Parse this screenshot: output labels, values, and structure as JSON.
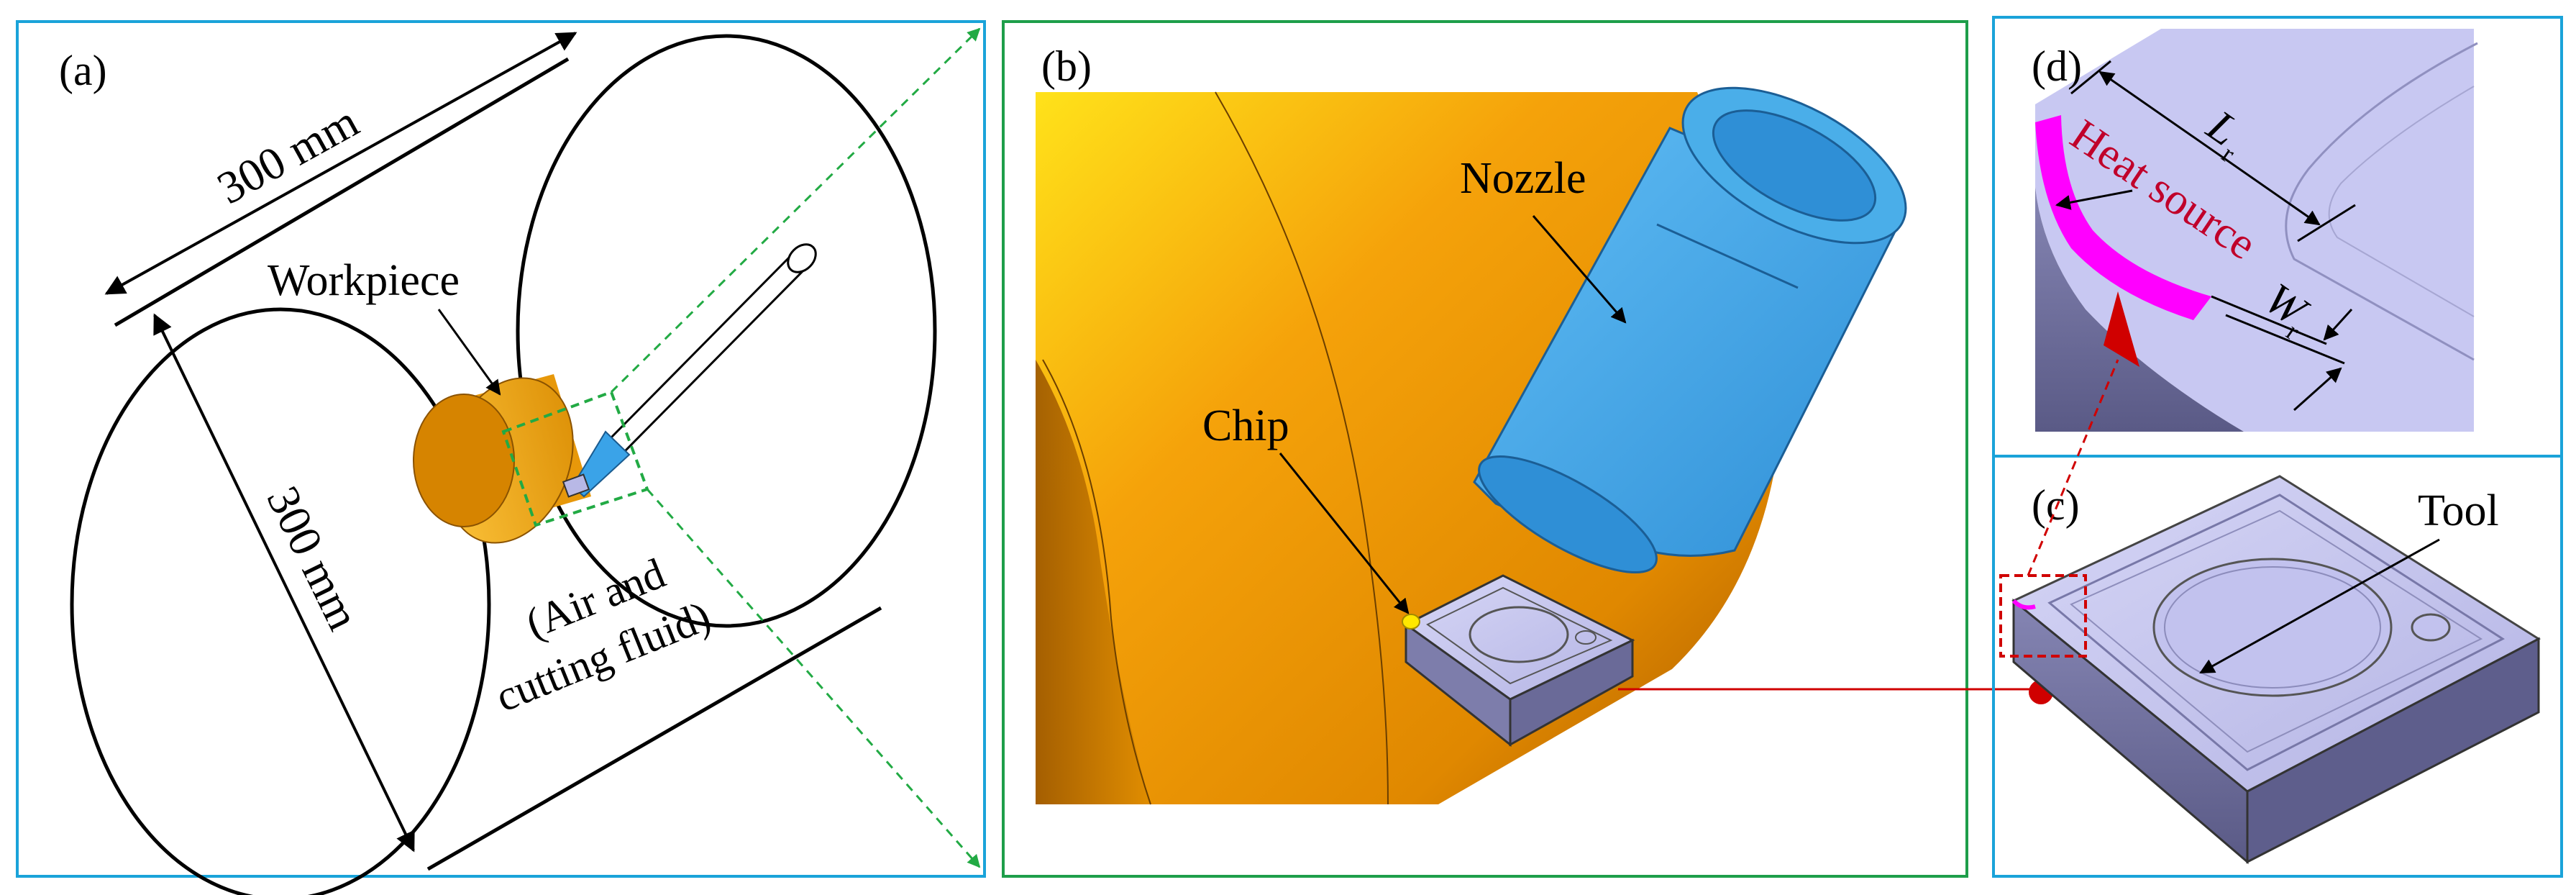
{
  "panels": {
    "a": {
      "label": "(a)",
      "dim_top": "300 mm",
      "dim_left": "300 mm",
      "workpiece": "Workpiece",
      "media_line1": "(Air and",
      "media_line2": "cutting fluid)"
    },
    "b": {
      "label": "(b)",
      "nozzle": "Nozzle",
      "chip": "Chip"
    },
    "c": {
      "label": "(c)",
      "tool": "Tool"
    },
    "d": {
      "label": "(d)",
      "lr": "L",
      "lr_sub": "r",
      "wr": "W",
      "wr_sub": "r",
      "heat_source": "Heat source"
    }
  },
  "colors": {
    "frame_blue": "#1aa3d9",
    "frame_green": "#1e9e4a",
    "workpiece_orange": "#f0a010",
    "nozzle_blue": "#3aa3e8",
    "tool_lavender": "#b8b8e6",
    "tool_dark": "#6c6c9a",
    "heat_magenta": "#ff00ff",
    "heat_text": "#c0002a",
    "marker_red": "#d00000",
    "guide_green": "#22aa44"
  }
}
